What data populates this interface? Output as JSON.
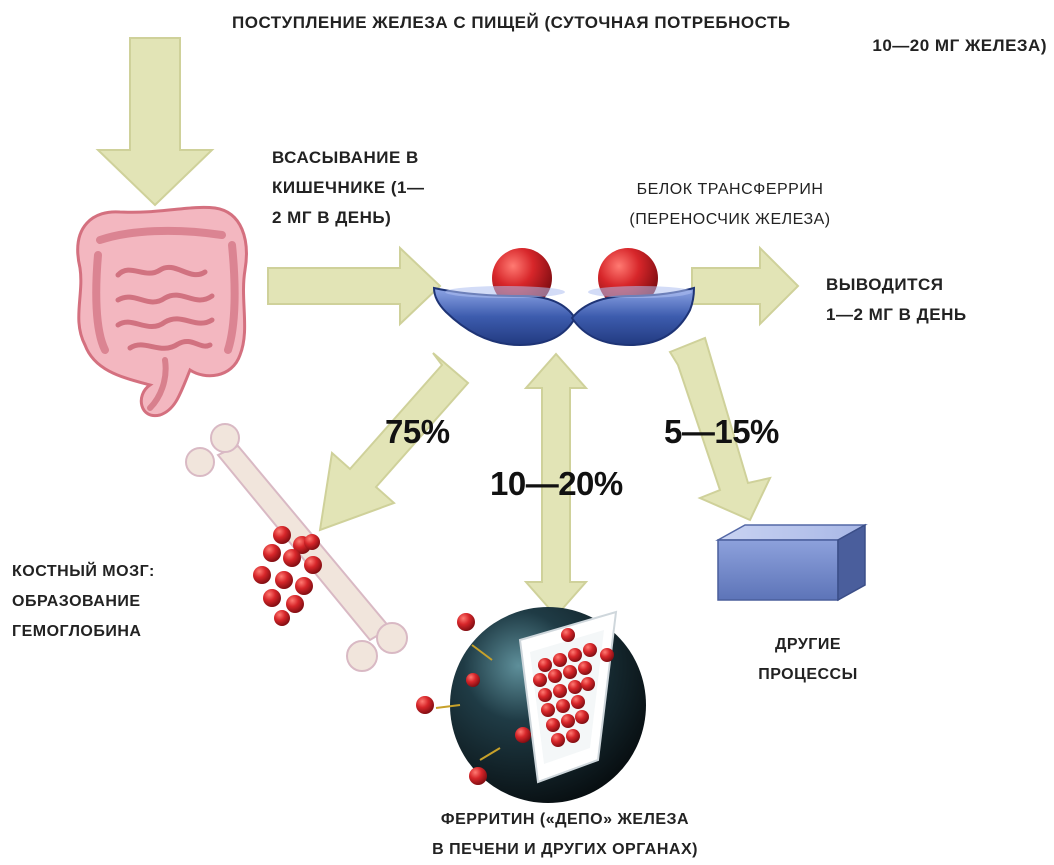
{
  "colors": {
    "arrow_fill": "#e2e4b6",
    "arrow_stroke": "#cfd19a",
    "iron_ball": "#c0181e",
    "bowl_blue": "#3d5cae",
    "intestine_pink": "#e796a2",
    "bone": "#efe3da",
    "box_blue": "#6d84c4",
    "ferritin_dark": "#14232a"
  },
  "icons": [
    "intestine-icon",
    "transferrin-protein-icon",
    "bone-marrow-icon",
    "ferritin-sphere-icon",
    "other-processes-box-icon"
  ],
  "labels": {
    "intake_line1": "ПОСТУПЛЕНИЕ ЖЕЛЕЗА С ПИЩЕЙ (СУТОЧНАЯ ПОТРЕБНОСТЬ",
    "intake_line2": "10—20 МГ ЖЕЛЕЗА)",
    "absorption_line1": "ВСАСЫВАНИЕ В",
    "absorption_line2": "КИШЕЧНИКЕ (1—",
    "absorption_line3": "2 МГ В ДЕНЬ)",
    "transferrin_line1": "БЕЛОК ТРАНСФЕРРИН",
    "transferrin_line2": "(ПЕРЕНОСЧИК ЖЕЛЕЗА)",
    "excreted_line1": "ВЫВОДИТСЯ",
    "excreted_line2": "1—2 МГ В ДЕНЬ",
    "marrow_line1": "КОСТНЫЙ МОЗГ:",
    "marrow_line2": "ОБРАЗОВАНИЕ",
    "marrow_line3": "ГЕМОГЛОБИНА",
    "other_line1": "ДРУГИЕ",
    "other_line2": "ПРОЦЕССЫ",
    "ferritin_line1": "ФЕРРИТИН («ДЕПО» ЖЕЛЕЗА",
    "ferritin_line2": "В ПЕЧЕНИ И ДРУГИХ ОРГАНАХ)"
  },
  "percentages": {
    "marrow": "75%",
    "ferritin": "10—20%",
    "other": "5—15%"
  }
}
